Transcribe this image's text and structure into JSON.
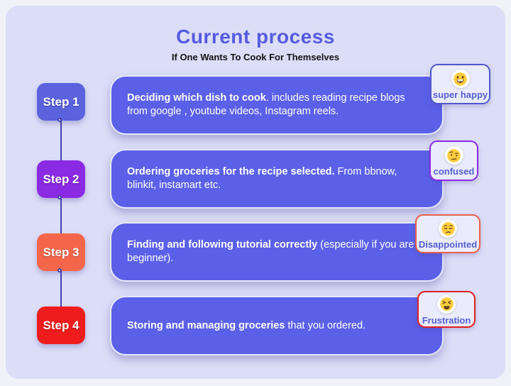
{
  "header": {
    "title": "Current process",
    "subtitle": "If One Wants To Cook For Themselves"
  },
  "steps": [
    {
      "label": "Step 1",
      "badge_color": "#5a62dd",
      "description_bold": "Deciding which dish to cook",
      "description_rest": ". includes reading recipe blogs from google , youtube videos, Instagram reels.",
      "emotion": {
        "label": "super happy",
        "icon": "grinning-face",
        "border_color": "#5059c9"
      }
    },
    {
      "label": "Step 2",
      "badge_color": "#8a2ae2",
      "description_bold": "Ordering groceries for the recipe selected.",
      "description_rest": " From bbnow, blinkit, instamart etc.",
      "emotion": {
        "label": "confused",
        "icon": "raised-eyebrow-face",
        "border_color": "#8a2be2"
      }
    },
    {
      "label": "Step 3",
      "badge_color": "#f4664a",
      "description_bold": "Finding and following tutorial correctly",
      "description_rest": " (especially if you are beginner).",
      "emotion": {
        "label": "Disappointed",
        "icon": "pensive-face",
        "border_color": "#e8604a"
      }
    },
    {
      "label": "Step 4",
      "badge_color": "#ee1c1c",
      "description_bold": "Storing and managing groceries",
      "description_rest": " that you ordered.",
      "emotion": {
        "label": "Frustration",
        "icon": "tired-face",
        "border_color": "#e02020"
      }
    }
  ],
  "colors": {
    "panel_background": "#dcdef8",
    "outer_background": "#f0f2f8",
    "card_background": "#5b60e8",
    "card_text": "#ffffff",
    "title_text": "#565be0",
    "subtitle_text": "#121212",
    "timeline_line": "#4340b0",
    "emotion_label_text": "#5560d0",
    "emotion_background": "#eaebfb"
  }
}
